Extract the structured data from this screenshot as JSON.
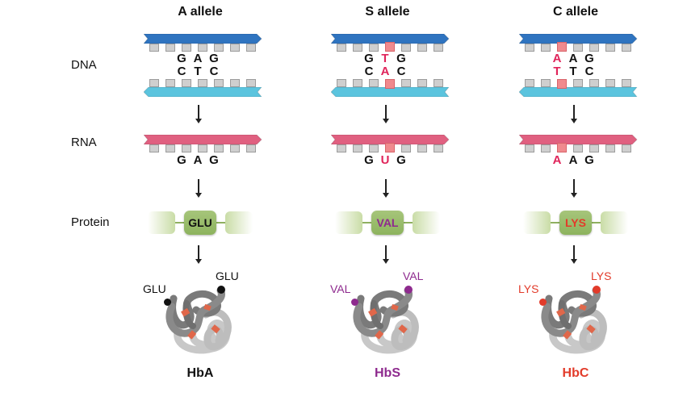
{
  "row_labels": {
    "dna": "DNA",
    "rna": "RNA",
    "protein": "Protein"
  },
  "colors": {
    "coding_strand": "#2f74c0",
    "template_strand": "#5bc4de",
    "rna_strand": "#e06080",
    "mutation": "#e0245a",
    "val": "#8e2a8e",
    "lys": "#e23b2a",
    "glu": "#111111"
  },
  "alleles": [
    {
      "title": "A allele",
      "dna_top": [
        "G",
        "A",
        "G"
      ],
      "dna_bottom": [
        "C",
        "T",
        "C"
      ],
      "rna": [
        "G",
        "A",
        "G"
      ],
      "mutated_index": -1,
      "amino_acid": "GLU",
      "amino_color": "#111111",
      "site_label_left": "GLU",
      "site_label_right": "GLU",
      "hemoglobin": "HbA",
      "hemoglobin_color": "#111111"
    },
    {
      "title": "S allele",
      "dna_top": [
        "G",
        "T",
        "G"
      ],
      "dna_bottom": [
        "C",
        "A",
        "C"
      ],
      "rna": [
        "G",
        "U",
        "G"
      ],
      "mutated_index": 1,
      "amino_acid": "VAL",
      "amino_color": "#8e2a8e",
      "site_label_left": "VAL",
      "site_label_right": "VAL",
      "hemoglobin": "HbS",
      "hemoglobin_color": "#8e2a8e"
    },
    {
      "title": "C allele",
      "dna_top": [
        "A",
        "A",
        "G"
      ],
      "dna_bottom": [
        "T",
        "T",
        "C"
      ],
      "rna": [
        "A",
        "A",
        "G"
      ],
      "mutated_index": 0,
      "amino_acid": "LYS",
      "amino_color": "#e23b2a",
      "site_label_left": "LYS",
      "site_label_right": "LYS",
      "hemoglobin": "HbC",
      "hemoglobin_color": "#e23b2a"
    }
  ]
}
